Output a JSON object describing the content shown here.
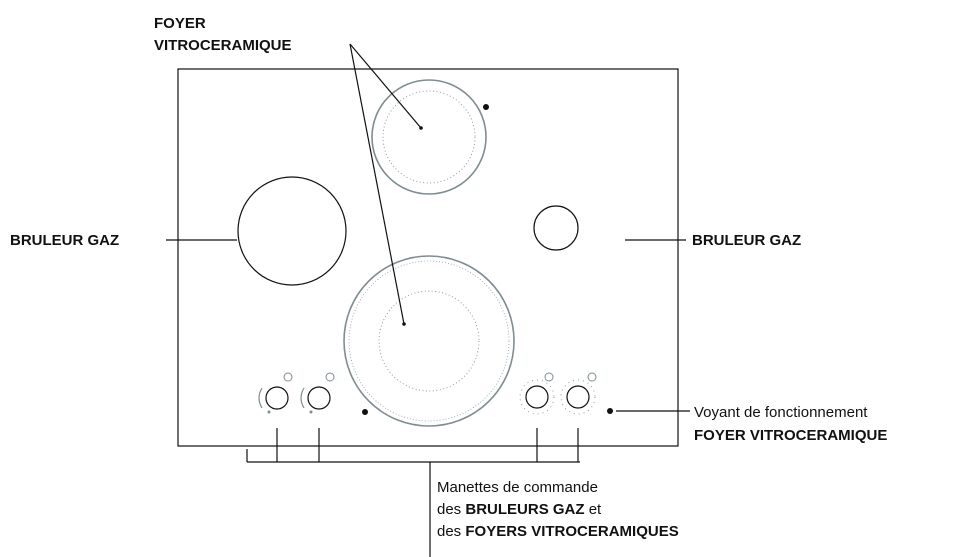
{
  "labels": {
    "foyer_line1": "FOYER",
    "foyer_line2": "VITROCERAMIQUE",
    "bruleur_gaz_left": "BRULEUR GAZ",
    "bruleur_gaz_right": "BRULEUR GAZ",
    "voyant_line1": "Voyant de fonctionnement",
    "voyant_line2": "FOYER VITROCERAMIQUE",
    "manettes_line1": "Manettes de commande",
    "manettes_line2_pre": "des ",
    "manettes_line2_bold": "BRULEURS GAZ",
    "manettes_line2_post": " et",
    "manettes_line3_pre": "des ",
    "manettes_line3_bold": "FOYERS VITROCERAMIQUES"
  },
  "colors": {
    "line": "#111111",
    "vitro_ring": "#7f8d92",
    "dots": "#8f9aa0"
  }
}
